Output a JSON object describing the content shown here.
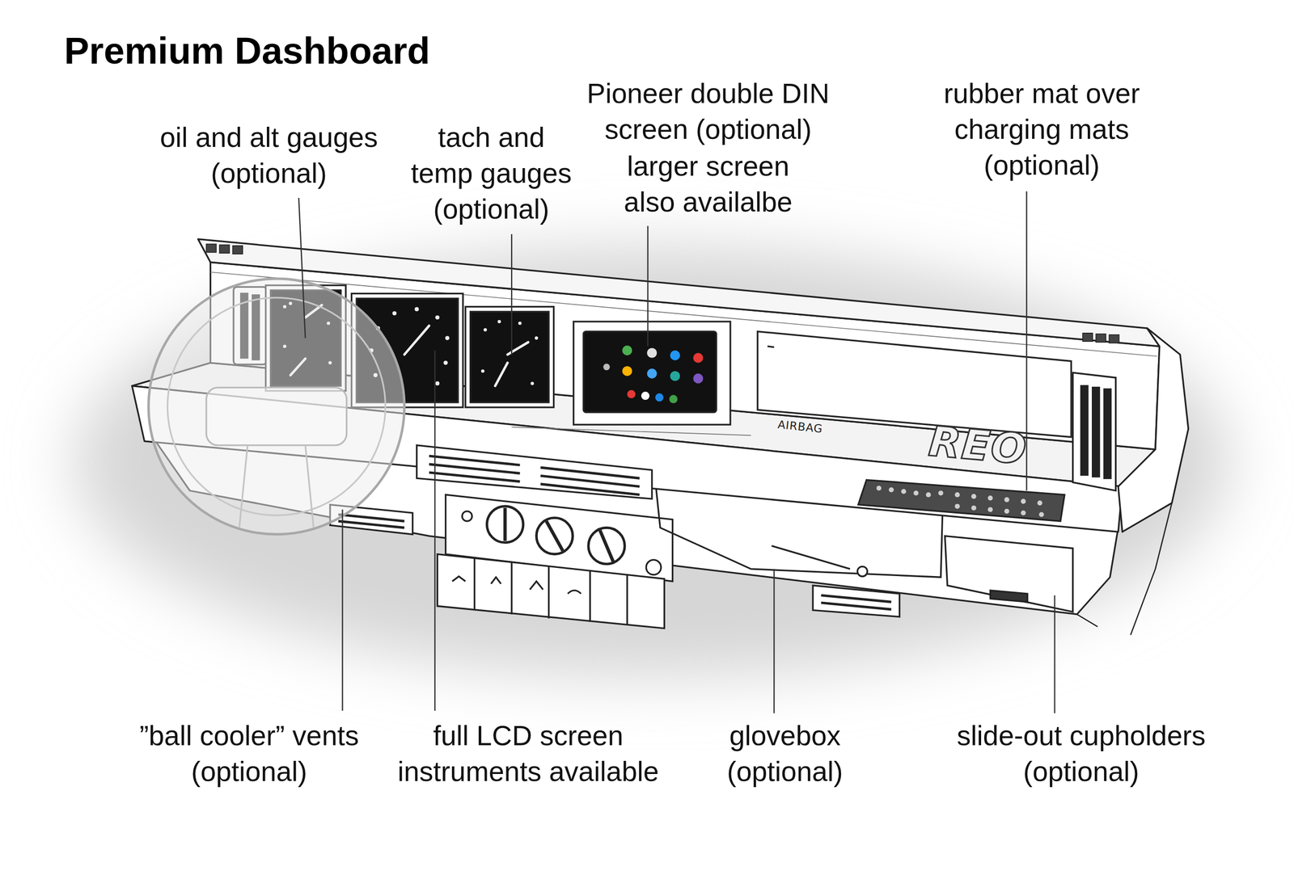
{
  "diagram": {
    "title": "Premium Dashboard",
    "labels": [
      "oil and alt gauges (optional)",
      "tach and temp gauges (optional)",
      "Pioneer double DIN screen (optional)",
      "larger screen also availalbe",
      "rubber mat over charging mats (optional)",
      "”ball cooler” vents (optional)",
      "full LCD screen instruments available",
      "glovebox (optional)",
      "slide-out cupholders (optional)",
      "AIRBAG",
      "REO"
    ]
  }
}
